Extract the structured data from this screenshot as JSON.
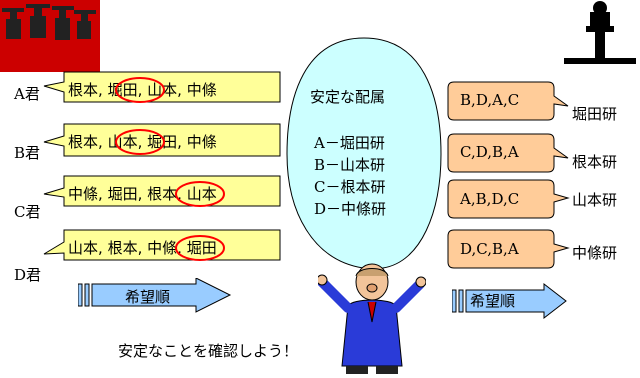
{
  "students": [
    {
      "label": "A君",
      "prefs": [
        "根本",
        "堀田",
        "山本",
        "中條"
      ],
      "matched_index": 1
    },
    {
      "label": "B君",
      "prefs": [
        "根本",
        "山本",
        "堀田",
        "中條"
      ],
      "matched_index": 1
    },
    {
      "label": "C君",
      "prefs": [
        "中條",
        "堀田",
        "根本",
        "山本"
      ],
      "matched_index": 2
    },
    {
      "label": "D君",
      "prefs": [
        "山本",
        "根本",
        "中條",
        "堀田"
      ],
      "matched_index": 2
    }
  ],
  "labs": [
    {
      "name": "堀田研",
      "prefs": [
        "B",
        "D",
        "A",
        "C"
      ],
      "matched_index": 2
    },
    {
      "name": "根本研",
      "prefs": [
        "C",
        "D",
        "B",
        "A"
      ],
      "matched_index": 0
    },
    {
      "name": "山本研",
      "prefs": [
        "A",
        "B",
        "D",
        "C"
      ],
      "matched_index": 1
    },
    {
      "name": "中條研",
      "prefs": [
        "D",
        "C",
        "B",
        "A"
      ],
      "matched_index": 0
    }
  ],
  "center": {
    "title": "安定な配属",
    "lines": [
      "A－堀田研",
      "B－山本研",
      "C－根本研",
      "D－中條研"
    ]
  },
  "left_arrow_label": "希望順",
  "right_arrow_label": "希望順",
  "footer_text": "安定なことを確認しよう！",
  "colors": {
    "student_box": "#ffff99",
    "lab_box": "#ffcc99",
    "balloon": "#ccffff",
    "arrow": "#99ccff",
    "circle": "#ff0000",
    "corner_logo": "#cc0000"
  },
  "icons": [
    "graduates-logo-icon",
    "podium-speaker-icon",
    "presenter-man-icon"
  ]
}
